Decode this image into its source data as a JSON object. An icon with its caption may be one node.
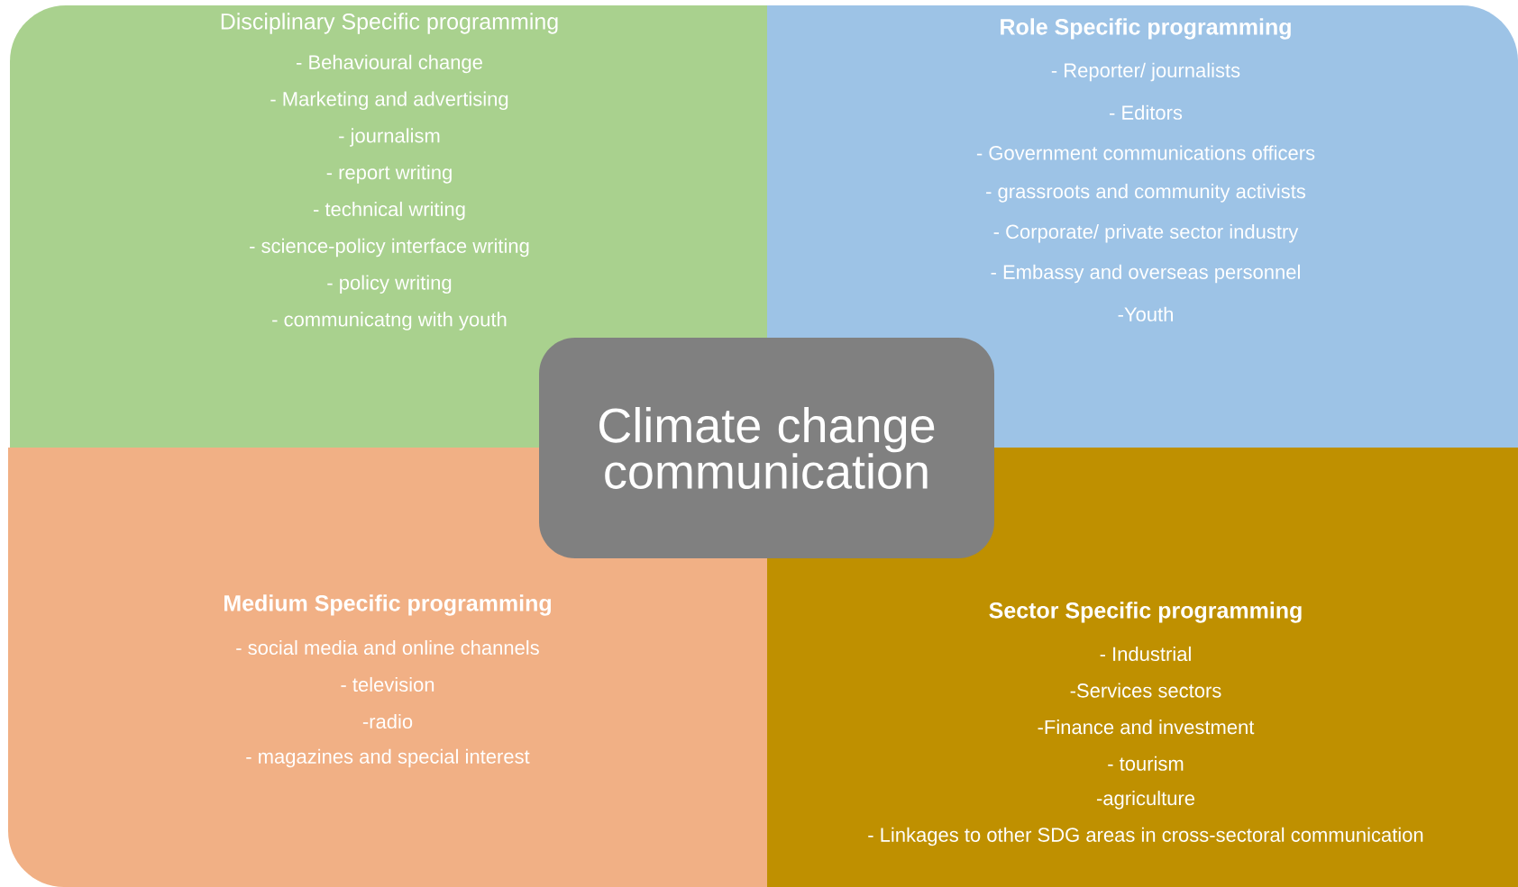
{
  "diagram": {
    "nodes": [
      {
        "text": [
          "Disciplinary Specific programming",
          "- Behavioural change",
          "- Marketing and advertising",
          "- journalism",
          "- report writing",
          "- technical writing",
          "- science-policy interface writing",
          "- policy writing",
          "- communicatng with youth"
        ]
      },
      {
        "text": [
          "Role Specific programming",
          "- Reporter/ journalists",
          "- Editors",
          "- Government communications officers",
          "- grassroots and community activists",
          "- Corporate/ private sector industry",
          "- Embassy and overseas personnel",
          "-Youth"
        ]
      },
      {
        "text": [
          "Medium  Specific programming",
          "- social media and online channels",
          "- television",
          "-radio",
          "- magazines and special interest"
        ]
      },
      {
        "text": [
          "Sector Specific programming",
          "- Industrial",
          "-Services sectors",
          "-Finance and investment",
          "- tourism",
          "-agriculture",
          "-  Linkages to other SDG areas in cross-sectoral communication"
        ]
      },
      {
        "text": [
          "Climate change communication"
        ]
      }
    ]
  }
}
